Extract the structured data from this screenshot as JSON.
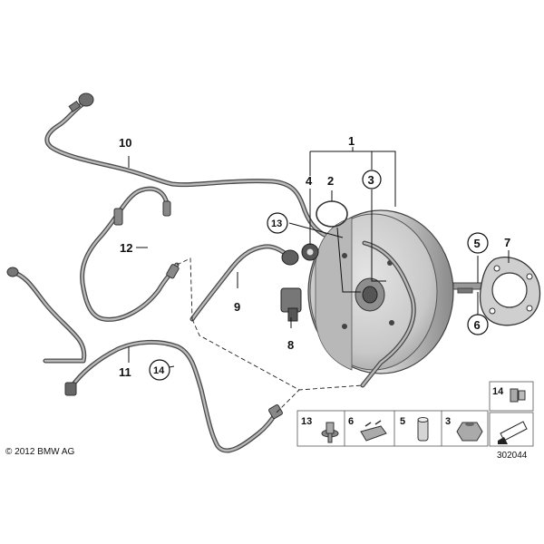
{
  "copyright": "© 2012 BMW AG",
  "image_number": "302044",
  "callouts": {
    "c1": "1",
    "c2": "2",
    "c3": "3",
    "c4": "4",
    "c5": "5",
    "c6": "6",
    "c7": "7",
    "c8": "8",
    "c9": "9",
    "c10": "10",
    "c11": "11",
    "c12": "12",
    "c13": "13",
    "c14": "14"
  },
  "legend": {
    "l13": "13",
    "l6": "6",
    "l5": "5",
    "l3": "3",
    "l14": "14"
  }
}
